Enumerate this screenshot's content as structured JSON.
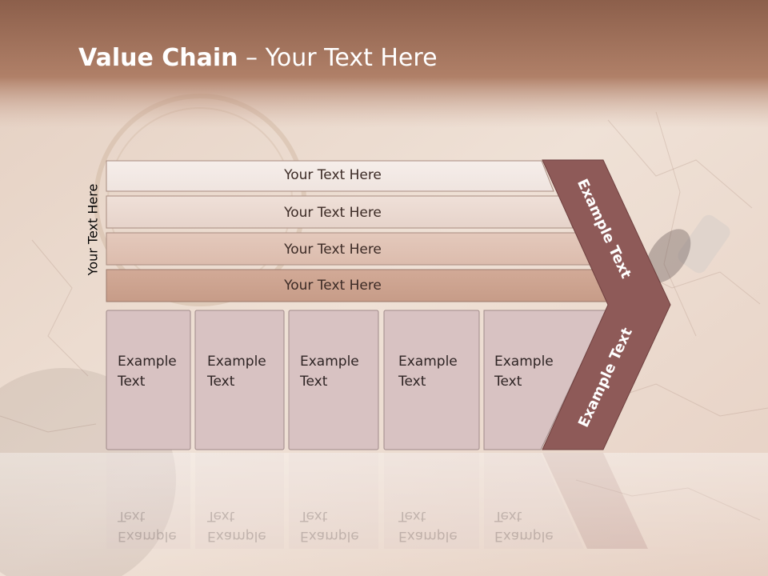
{
  "slide": {
    "title_bold": "Value Chain",
    "title_rest": " – Your Text Here",
    "side_label": "Your Text Here"
  },
  "rows": [
    {
      "label": "Your Text Here"
    },
    {
      "label": "Your Text Here"
    },
    {
      "label": "Your Text Here"
    },
    {
      "label": "Your Text Here"
    }
  ],
  "boxes": [
    {
      "line1": "Example",
      "line2": "Text"
    },
    {
      "line1": "Example",
      "line2": "Text"
    },
    {
      "line1": "Example",
      "line2": "Text"
    },
    {
      "line1": "Example",
      "line2": "Text"
    },
    {
      "line1": "Example",
      "line2": "Text"
    }
  ],
  "chevron": {
    "upper_label": "Example Text",
    "lower_label": "Example Text"
  },
  "colors": {
    "header": "#a87a64",
    "chevron": "#8e5a58",
    "box_fill": "#d8c2c2"
  }
}
